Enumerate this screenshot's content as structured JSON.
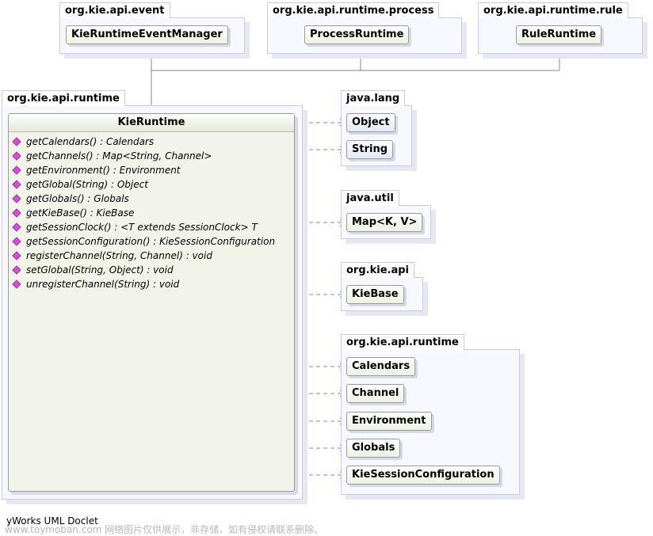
{
  "packages": {
    "event": {
      "name": "org.kie.api.event",
      "classes": [
        "KieRuntimeEventManager"
      ]
    },
    "process": {
      "name": "org.kie.api.runtime.process",
      "classes": [
        "ProcessRuntime"
      ]
    },
    "rule": {
      "name": "org.kie.api.runtime.rule",
      "classes": [
        "RuleRuntime"
      ]
    },
    "runtime_main": {
      "name": "org.kie.api.runtime"
    },
    "lang": {
      "name": "java.lang",
      "classes": [
        "Object",
        "String"
      ]
    },
    "util": {
      "name": "java.util",
      "classes": [
        "Map<K, V>"
      ]
    },
    "api": {
      "name": "org.kie.api",
      "classes": [
        "KieBase"
      ]
    },
    "runtime_deps": {
      "name": "org.kie.api.runtime",
      "classes": [
        "Calendars",
        "Channel",
        "Environment",
        "Globals",
        "KieSessionConfiguration"
      ]
    }
  },
  "main_class": {
    "name": "KieRuntime",
    "methods": [
      "getCalendars() : Calendars",
      "getChannels() : Map<String, Channel>",
      "getEnvironment() : Environment",
      "getGlobal(String) : Object",
      "getGlobals() : Globals",
      "getKieBase() : KieBase",
      "getSessionClock() : <T extends SessionClock> T",
      "getSessionConfiguration() : KieSessionConfiguration",
      "registerChannel(String, Channel) : void",
      "setGlobal(String, Object) : void",
      "unregisterChannel(String) : void"
    ]
  },
  "footer": "yWorks UML Doclet",
  "watermark": "www.toymoban.com 网络图片仅供展示，非存储，如有侵权请联系删除。",
  "colors": {
    "package_border": "#c9cbe2",
    "package_fill": "#f7f8fd",
    "class_fill": "#edf2e3",
    "method_icon": "#d64fd6",
    "link": "#8a8a8a"
  }
}
